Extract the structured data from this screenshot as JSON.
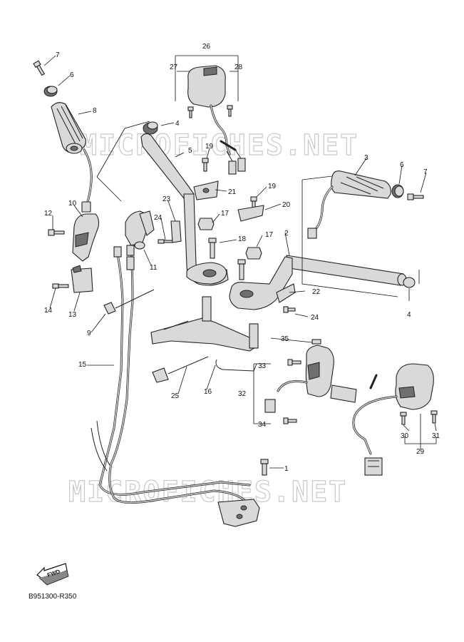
{
  "watermarks": [
    "MICROFICHES.NET",
    "MICROFICHES.NET"
  ],
  "diagram_code": "B951300-R350",
  "fwd_label": "FWD",
  "callouts": [
    "1",
    "2",
    "3",
    "4",
    "4",
    "5",
    "6",
    "6",
    "7",
    "7",
    "8",
    "9",
    "10",
    "11",
    "12",
    "13",
    "14",
    "15",
    "16",
    "17",
    "17",
    "18",
    "19",
    "19",
    "20",
    "21",
    "22",
    "23",
    "24",
    "24",
    "25",
    "26",
    "27",
    "28",
    "29",
    "30",
    "31",
    "32",
    "33",
    "34",
    "35"
  ]
}
